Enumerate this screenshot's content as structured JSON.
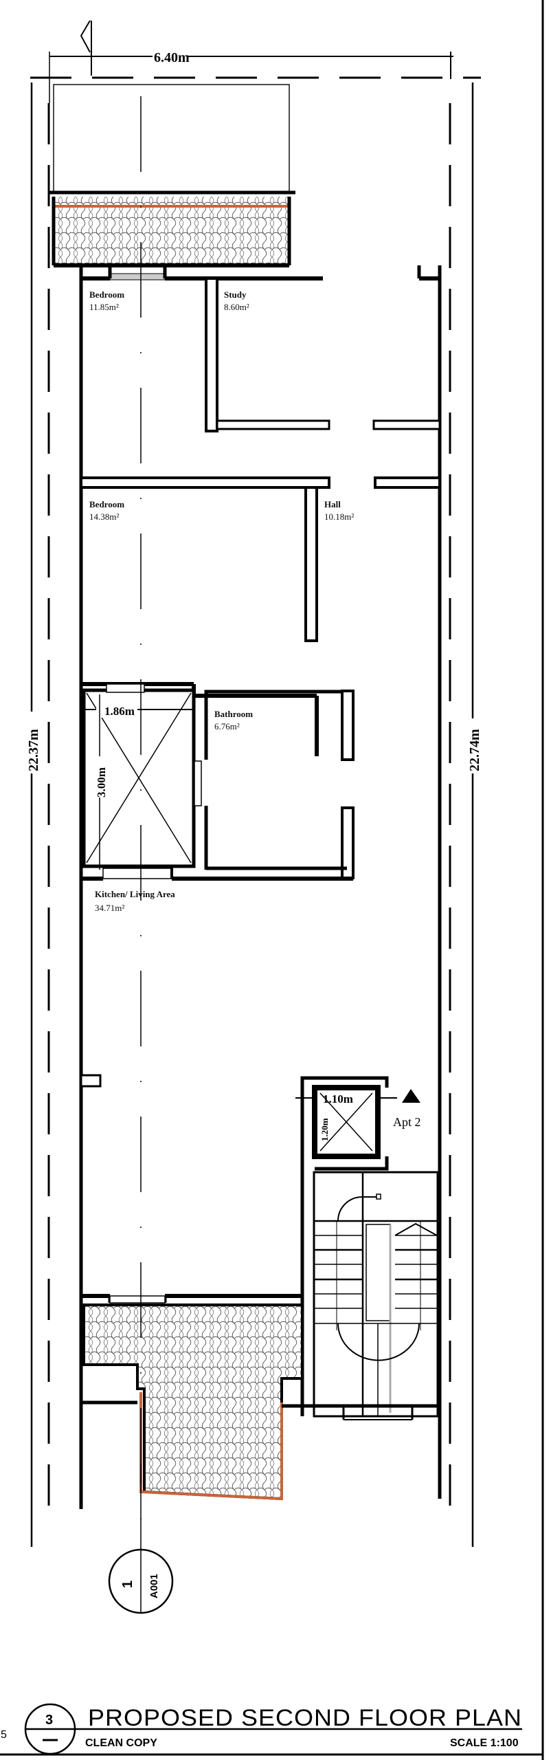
{
  "drawing": {
    "title": "PROPOSED SECOND FLOOR PLAN",
    "subtitle": "CLEAN COPY",
    "scale": "SCALE 1:100",
    "view_number": "3",
    "view_sheet": "—",
    "section_marker": {
      "number": "1",
      "sheet": "A001"
    }
  },
  "dimensions": {
    "width_top": "6.40m",
    "length_left": "22.37m",
    "length_right": "22.74m",
    "shaft_width": "1.86m",
    "shaft_length": "3.00m",
    "lift_width": "1.10m",
    "lift_length": "1.20m"
  },
  "rooms": [
    {
      "name": "Bedroom",
      "area": "11.85m²"
    },
    {
      "name": "Study",
      "area": "8.60m²"
    },
    {
      "name": "Bedroom",
      "area": "14.38m²"
    },
    {
      "name": "Hall",
      "area": "10.18m²"
    },
    {
      "name": "Bathroom",
      "area": "6.76m²"
    },
    {
      "name": "Kitchen/ Living Area",
      "area": "34.71m²"
    }
  ],
  "labels": {
    "apartment": "Apt 2"
  },
  "colors": {
    "line": "#000000",
    "terrace_edge": "#c8643a",
    "background": "#ffffff"
  }
}
